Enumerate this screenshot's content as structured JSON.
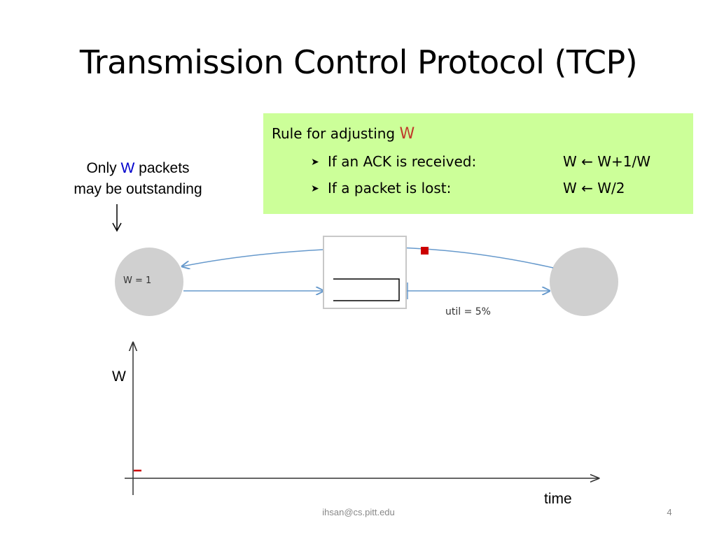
{
  "slide": {
    "title": "Transmission Control Protocol (TCP)",
    "footer_email": "ihsan@cs.pitt.edu",
    "page_number": "4"
  },
  "rule_box": {
    "heading": "Rule for adjusting",
    "heading_var": "W",
    "rules": [
      {
        "condition": "If an ACK is received:",
        "update": "W ← W+1/W"
      },
      {
        "condition": "If a packet is lost:",
        "update": "W ← W/2"
      }
    ],
    "background": "#ccff99"
  },
  "note": {
    "before": "Only",
    "var": "W",
    "after": "packets",
    "line2": "may be outstanding"
  },
  "network": {
    "sender_label": "W = 1",
    "util_label": "util = 5%",
    "link_color": "#6699cc",
    "packet_color": "#cc0000"
  },
  "plot": {
    "y_label": "W",
    "x_label": "time",
    "marker_color": "#cc0000"
  }
}
